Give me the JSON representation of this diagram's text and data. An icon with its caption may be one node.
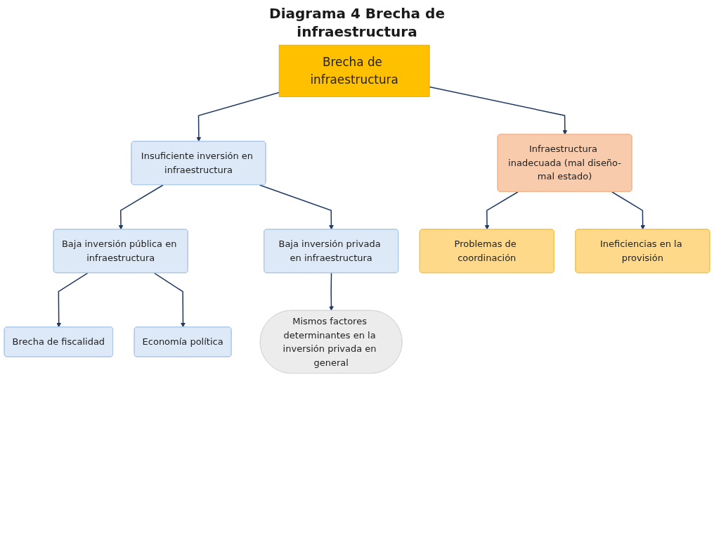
{
  "diagram": {
    "title": "Diagrama 4 Brecha de infraestructura",
    "nodes": [
      {
        "text": [
          "Brecha de infraestructura"
        ]
      },
      {
        "text": [
          "Insuficiente inversión en infraestructura"
        ]
      },
      {
        "text": [
          "Infraestructura inadecuada (mal diseño-mal estado)"
        ]
      },
      {
        "text": [
          "Baja inversión pública en infraestructura"
        ]
      },
      {
        "text": [
          "Baja inversión privada en infraestructura"
        ]
      },
      {
        "text": [
          "Problemas de coordinación"
        ]
      },
      {
        "text": [
          "Ineficiencias en la provisión"
        ]
      },
      {
        "text": [
          "Brecha de fiscalidad"
        ]
      },
      {
        "text": [
          "Economía política"
        ]
      },
      {
        "text": [
          "Mismos factores determinantes en la inversión privada en general"
        ]
      }
    ],
    "edges": [
      {
        "from": 0,
        "to": 1,
        "arrow": "to"
      },
      {
        "from": 0,
        "to": 2,
        "arrow": "to"
      },
      {
        "from": 1,
        "to": 3,
        "arrow": "to"
      },
      {
        "from": 1,
        "to": 4,
        "arrow": "to"
      },
      {
        "from": 2,
        "to": 5,
        "arrow": "to"
      },
      {
        "from": 2,
        "to": 6,
        "arrow": "to"
      },
      {
        "from": 3,
        "to": 7,
        "arrow": "to"
      },
      {
        "from": 3,
        "to": 8,
        "arrow": "to"
      },
      {
        "from": 4,
        "to": 9,
        "arrow": "to"
      }
    ]
  }
}
